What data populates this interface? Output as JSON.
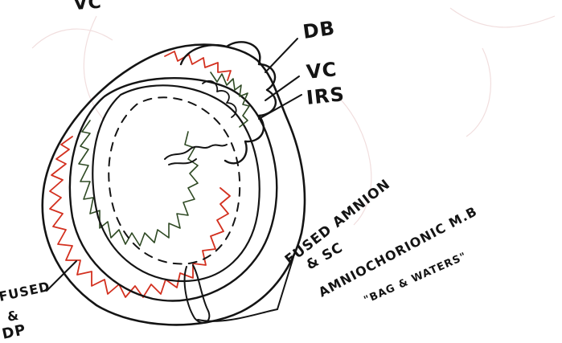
{
  "labels": {
    "top_fragment": "VC",
    "db": "DB",
    "vc": "VC",
    "irs": "IRS",
    "fused_amnion_line1": "FUSED AMNION",
    "fused_amnion_line2": "& SC",
    "amniochorionic_line1": "AMNIOCHORIONIC M.B",
    "amniochorionic_line2": "\"BAG & WATERS\"",
    "left_fragment_1": "FUSED",
    "left_fragment_2": "&",
    "left_fragment_3": "DP"
  },
  "colors": {
    "ink": "#141414",
    "decidua_red": "#d3301f",
    "villi_green": "#2f4a24",
    "bleed_through": "#f1dede"
  }
}
